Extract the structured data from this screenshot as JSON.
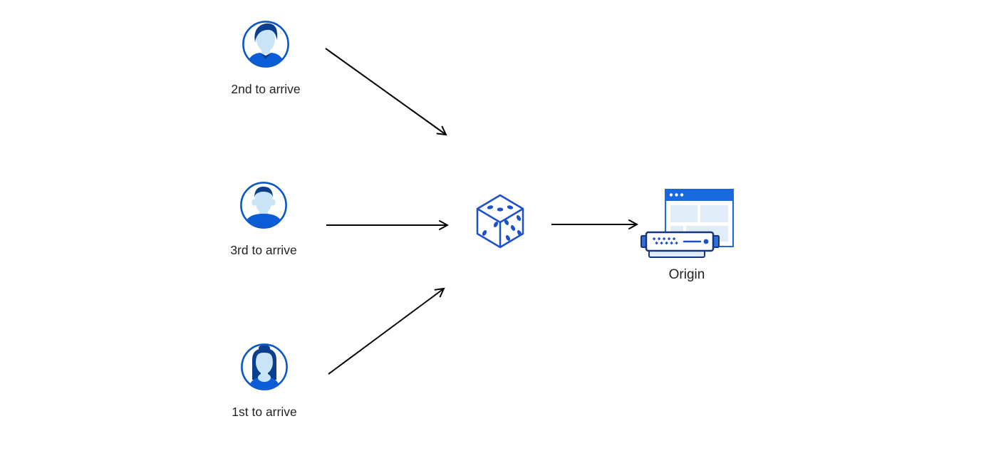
{
  "diagram": {
    "visitors": [
      {
        "label": "2nd to arrive",
        "icon": "avatar-man-swept-hair-icon"
      },
      {
        "label": "3rd to arrive",
        "icon": "avatar-man-short-hair-icon"
      },
      {
        "label": "1st to arrive",
        "icon": "avatar-woman-bun-icon"
      }
    ],
    "selector": {
      "icon": "dice-icon"
    },
    "origin": {
      "label": "Origin",
      "icon": "origin-server-browser-icon"
    },
    "edges": [
      {
        "from": "visitor-2nd-to-arrive",
        "to": "dice"
      },
      {
        "from": "visitor-3rd-to-arrive",
        "to": "dice"
      },
      {
        "from": "visitor-1st-to-arrive",
        "to": "dice"
      },
      {
        "from": "dice",
        "to": "origin"
      }
    ]
  },
  "colors": {
    "canvas-bg": "#ffffff",
    "arrow": "#000000",
    "text": "#1f2023",
    "avatar-ring": "#0a57c9",
    "avatar-face": "#c8e4f6",
    "avatar-hair": "#0a3e8f",
    "avatar-shirt": "#0b5cd7",
    "dice-blue": "#1c50cc",
    "browser-blue": "#1a68e0",
    "panel-light": "#e0edf8",
    "server-navy": "#15357c",
    "server-tab-blue": "#2e70e0"
  }
}
